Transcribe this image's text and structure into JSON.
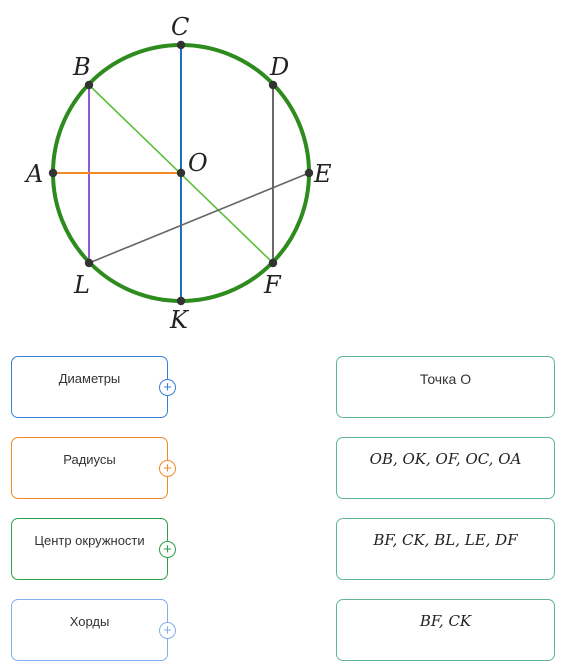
{
  "diagram": {
    "circle_color": "#2e8b1e",
    "points": {
      "C": "C",
      "D": "D",
      "B": "B",
      "A": "A",
      "O": "O",
      "E": "E",
      "L": "L",
      "F": "F",
      "K": "K"
    },
    "segment_colors": {
      "CK": "#1f6fbf",
      "BL": "#8e5bd0",
      "AO": "#f08a24",
      "BF": "#5bbf3a",
      "DF": "#444444",
      "LE": "#666666"
    }
  },
  "categories": [
    {
      "label": "Диаметры",
      "color": "#3a7fd8"
    },
    {
      "label": "Радиусы",
      "color": "#f08a24"
    },
    {
      "label": "Центр окружности",
      "color": "#2fa04a"
    },
    {
      "label": "Хорды",
      "color": "#7fb0ec"
    }
  ],
  "answers": [
    {
      "prefix": "Точка ",
      "math": "O"
    },
    {
      "prefix": "",
      "math": "OB, OK, OF, OC, OA"
    },
    {
      "prefix": "",
      "math": "BF, CK, BL, LE, DF"
    },
    {
      "prefix": "",
      "math": "BF, CK"
    }
  ]
}
